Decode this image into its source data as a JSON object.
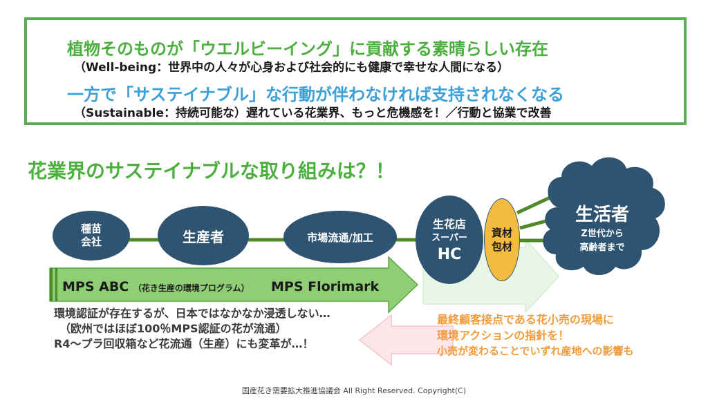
{
  "top": {
    "line1": "植物そのものが「ウエルビーイング」に貢献する素晴らしい存在",
    "line2": "（Well-being：世界中の人々が心身および社会的にも健康で幸せな人間になる）",
    "line3": "一方で「サステイナブル」な行動が伴わなければ支持されなくなる",
    "line4": "（Sustainable：持続可能な）遅れている花業界、もっと危機感を！／行動と協業で改善"
  },
  "heading": "花業界のサステイナブルな取り組みは？！",
  "flow": {
    "seed": "種苗\n会社",
    "producer": "生産者",
    "market": "市場流通/加工",
    "shop_line1": "生花店",
    "shop_line2": "スーパー",
    "shop_line3": "HC",
    "materials": "資材\n包材",
    "consumer_title": "生活者",
    "consumer_sub1": "Z世代から",
    "consumer_sub2": "高齢者まで"
  },
  "arrow": {
    "label1": "MPS ABC",
    "label1_note": "（花き生産の環境プログラム）",
    "label2": "MPS Florimark"
  },
  "notes": [
    "環境認証が存在するが、日本ではなかなか浸透しない…",
    "（欧州ではほぼ100％MPS認証の花が流通）",
    "R4～プラ回収箱など花流通（生産）にも変革が…！"
  ],
  "orange_notes": [
    "最終顧客接点である花小売の現場に",
    "環境アクションの指針を！",
    "小売が変わることでいずれ産地への影響も"
  ],
  "footer": "国産花き需要拡大推進協議会  All Right Reserved. Copyright(C)",
  "colors": {
    "green": "#4caf3f",
    "blue": "#3b9fd8",
    "navy": "#2e5472",
    "orange": "#f39a3a",
    "yellow": "#f3bb3f"
  }
}
